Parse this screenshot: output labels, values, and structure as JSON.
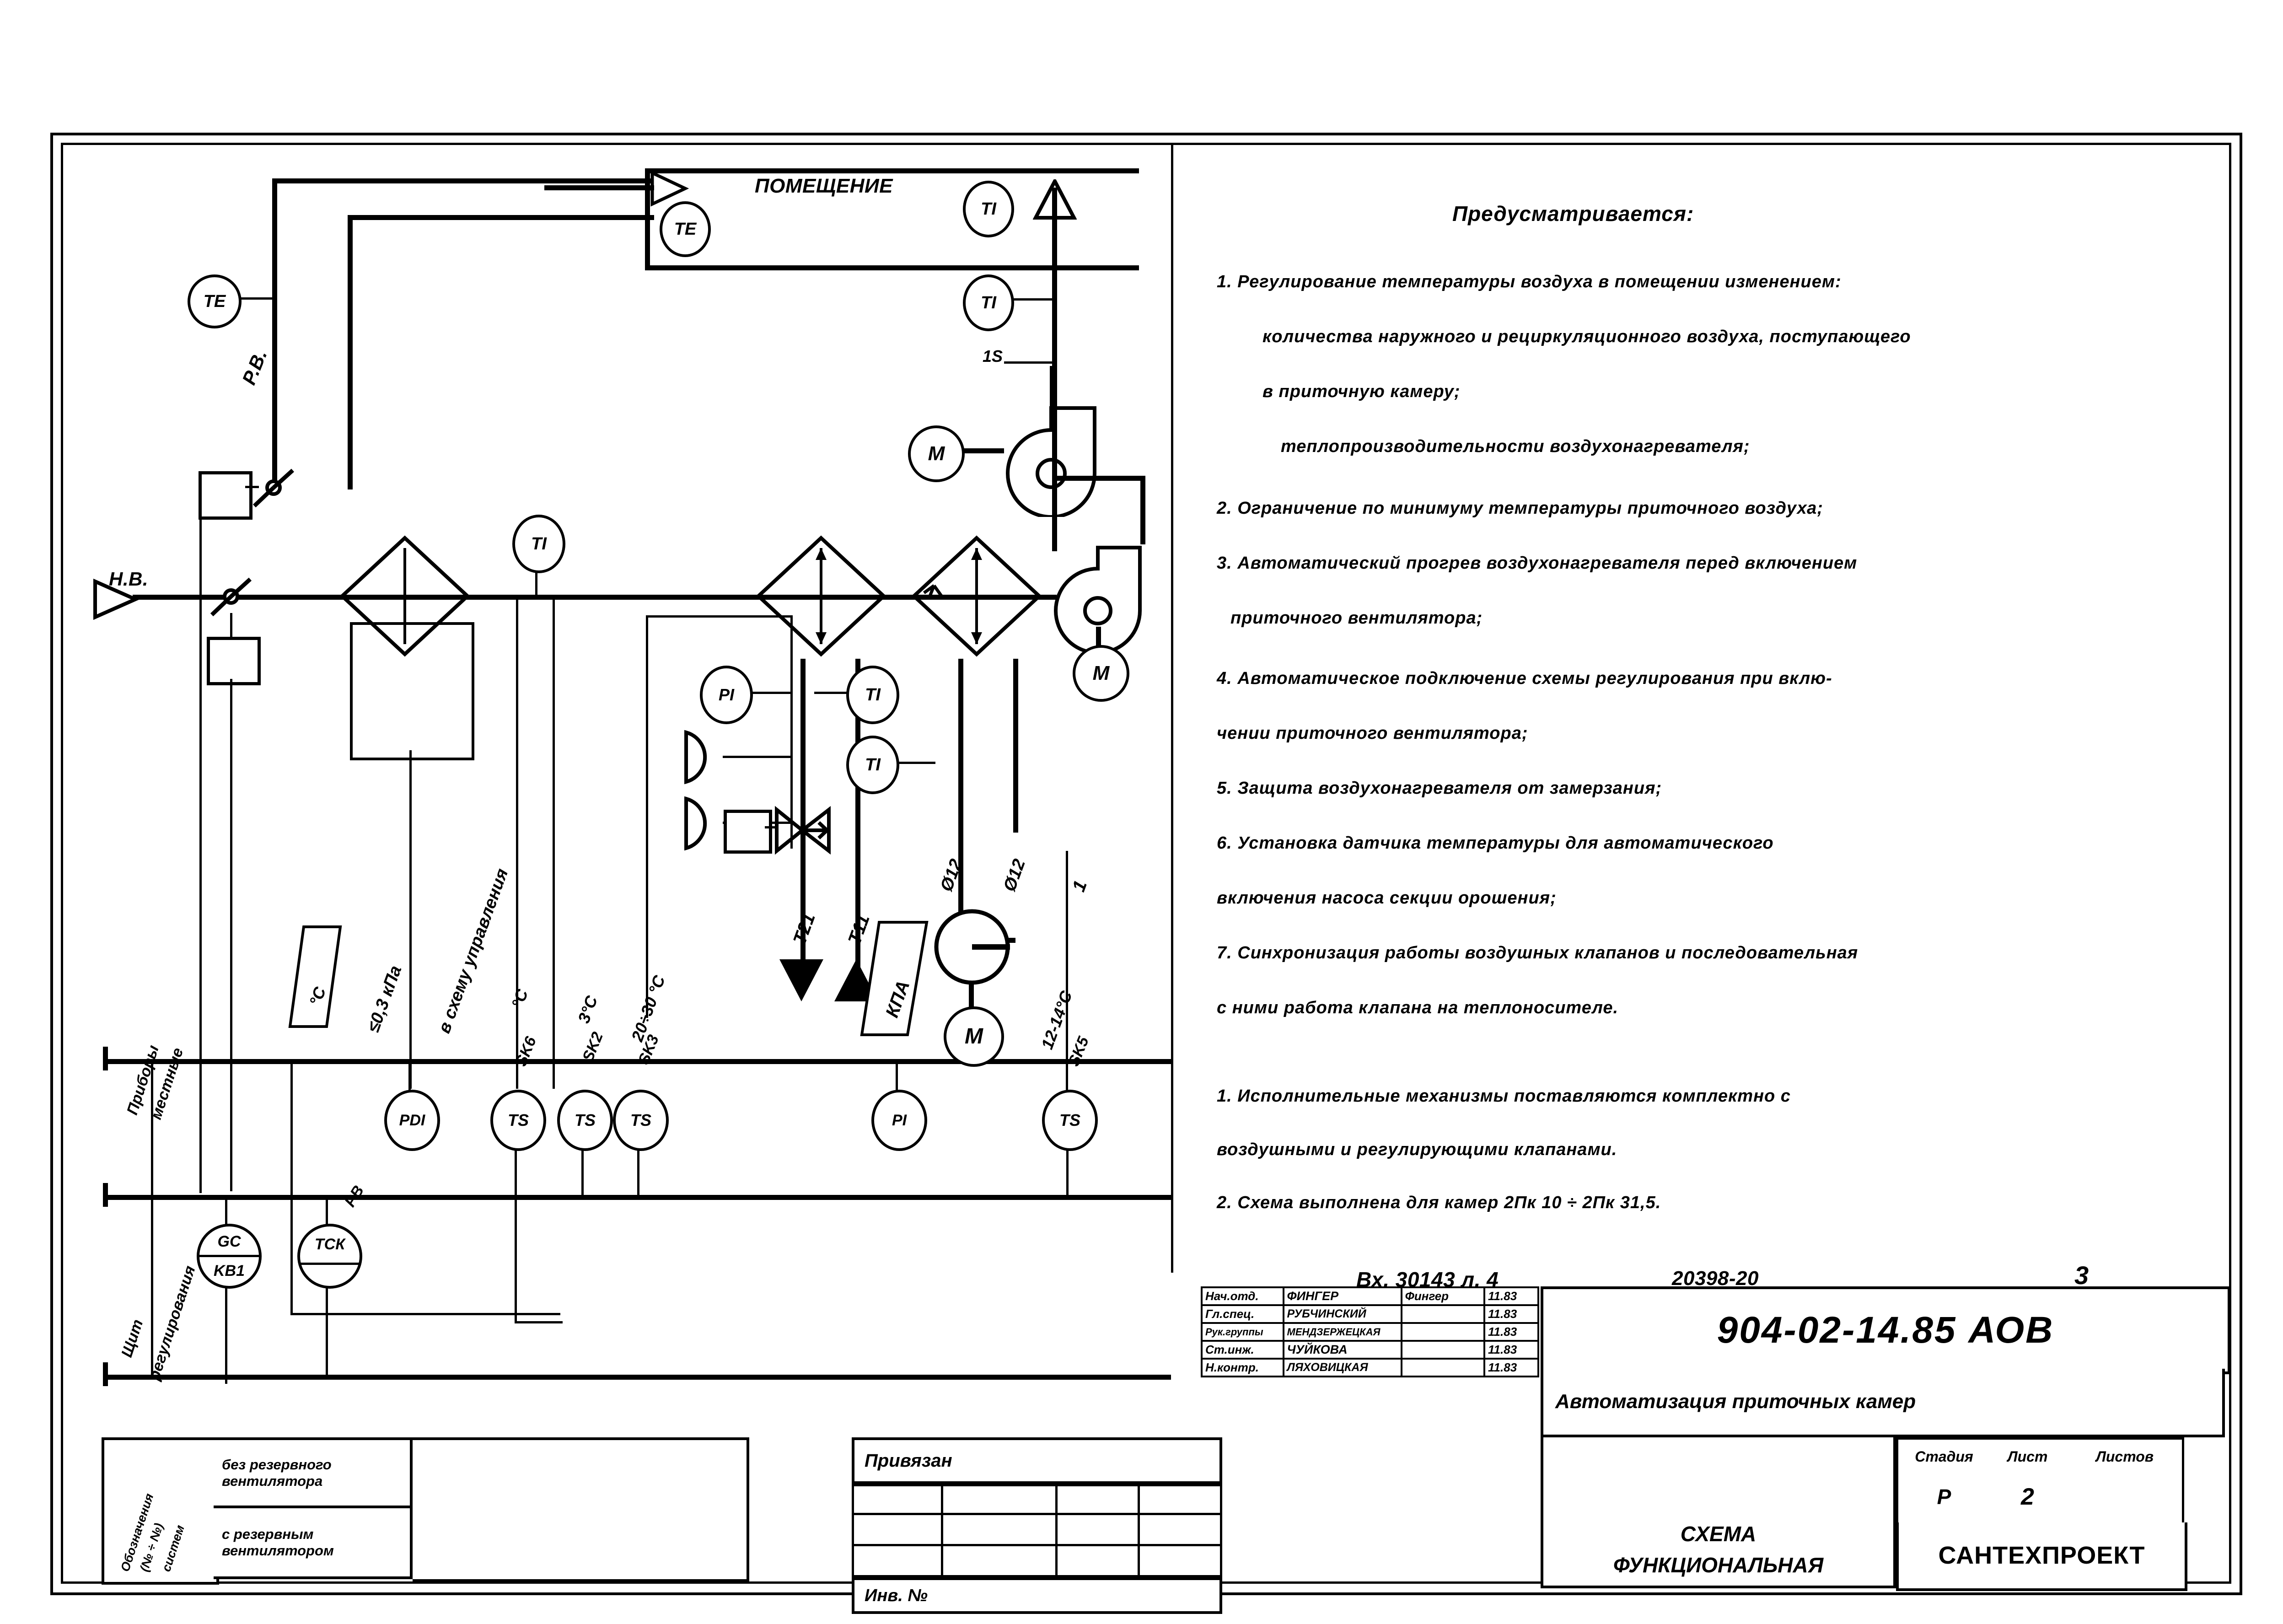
{
  "sheet": {
    "flow_labels": {
      "outside_air": "Н.В.",
      "recirc_air": "Р.В.",
      "room": "ПОМЕЩЕНИЕ"
    },
    "side_captions": {
      "local_instruments": "Приборы\nместные",
      "control_panel": "Щит\nрегулирования"
    },
    "column_captions": [
      "°C",
      "≤0,3 кПа",
      "в схему управления",
      "°C",
      "3°C",
      "20÷30 °C"
    ],
    "pipe_labels": {
      "t21": "Т21",
      "t11": "Т11",
      "kpa": "КПА",
      "d12_a": "Ø12",
      "d12_b": "Ø12",
      "temp_range": "12-14°C",
      "one": "1",
      "fifteen": "1S"
    },
    "bubbles": [
      {
        "id": "te-left",
        "tag": "ТЕ"
      },
      {
        "id": "te-room",
        "tag": "ТЕ"
      },
      {
        "id": "ti-room",
        "tag": "ТI"
      },
      {
        "id": "ti-exhaust",
        "tag": "ТI"
      },
      {
        "id": "ti-supply-duct",
        "tag": "ТI"
      },
      {
        "id": "pi-filter",
        "tag": "PI"
      },
      {
        "id": "ti-after-heater",
        "tag": "ТI"
      },
      {
        "id": "ti-low",
        "tag": "ТI"
      },
      {
        "id": "m-exhaust",
        "tag": "М"
      },
      {
        "id": "m-supply",
        "tag": "М"
      },
      {
        "id": "m-pump",
        "tag": "М"
      },
      {
        "id": "pdi",
        "tag": "PDI"
      },
      {
        "id": "ts-sk6",
        "tag": "TS"
      },
      {
        "id": "ts-sk2",
        "tag": "TS"
      },
      {
        "id": "ts-sk3",
        "tag": "TS"
      },
      {
        "id": "pi-panel",
        "tag": "PI"
      },
      {
        "id": "ts-sk5",
        "tag": "TS"
      },
      {
        "id": "gc-kb1",
        "tag_top": "GC",
        "tag_bottom": "KB1"
      },
      {
        "id": "tck",
        "tag_top": "ТСК",
        "tag_bottom": ""
      }
    ],
    "sk_labels": {
      "sk6": "SK6",
      "sk2": "SK2",
      "sk3": "SK3",
      "sk5": "SK5",
      "pb": "РВ"
    }
  },
  "notes": {
    "heading": "Предусматривается:",
    "items": [
      "1. Регулирование температуры воздуха в помещении  изменением:",
      "количества  наружного и рециркуляционного воздуха, поступающего",
      "в приточную камеру;",
      "теплопроизводительности  воздухонагревателя;",
      "2. Ограничение по минимуму  температуры приточного воздуха;",
      "3. Автоматический   прогрев  воздухонагревателя перед включением",
      "приточного   вентилятора;",
      "4. Автоматическое подключение схемы регулирования  при вклю-",
      "чении приточного   вентилятора;",
      "5. Защита     воздухонагревателя    от  замерзания;",
      "6. Установка   датчика   температуры  для автоматического",
      "включения   насоса   секции   орошения;",
      "7. Синхронизация работы воздушных  клапанов  и последовательная",
      "с ними работа клапана   на теплоносителе."
    ],
    "footer_items": [
      "1.   Исполнительные механизмы поставляются  комплектно с",
      "воздушными и регулирующими клапанами.",
      "2. Схема выполнена   для  камер  2Пк 10 ÷ 2Пк  31,5."
    ]
  },
  "archive": {
    "ref": "Вх. 30143 л. 4",
    "code": "20398-20",
    "page": "3"
  },
  "title_block": {
    "signature_rows": [
      {
        "role": "Нач.отд.",
        "name": "ФИНГЕР",
        "sign": "Фингер",
        "date": "11.83"
      },
      {
        "role": "Гл.спец.",
        "name": "РУБЧИНСКИЙ",
        "sign": "",
        "date": "11.83"
      },
      {
        "role": "Рук.группы",
        "name": "МЕНДЗЕРЖЕЦКАЯ",
        "sign": "",
        "date": "11.83"
      },
      {
        "role": "Ст.инж.",
        "name": "ЧУЙКОВА",
        "sign": "",
        "date": "11.83"
      },
      {
        "role": "Н.контр.",
        "name": "ЛЯХОВИЦКАЯ",
        "sign": "",
        "date": "11.83"
      }
    ],
    "drawing_number": "904-02-14.85 АОВ",
    "object": "Автоматизация приточных камер",
    "doc_name_line1": "СХЕМА",
    "doc_name_line2": "ФУНКЦИОНАЛЬНАЯ",
    "organisation": "САНТЕХПРОЕКТ",
    "col_headers": {
      "stage": "Стадия",
      "sheet": "Лист",
      "sheets": "Листов"
    },
    "col_values": {
      "stage": "Р",
      "sheet": "2",
      "sheets": ""
    }
  },
  "legend_block": {
    "header": "Обозначения\n(№ ÷ №)\nсистем",
    "rows": [
      "без резервного\nвентилятора",
      "с резервным\nвентилятором"
    ]
  },
  "binding_block": {
    "header": "Привязан",
    "inv_label": "Инв. №"
  }
}
